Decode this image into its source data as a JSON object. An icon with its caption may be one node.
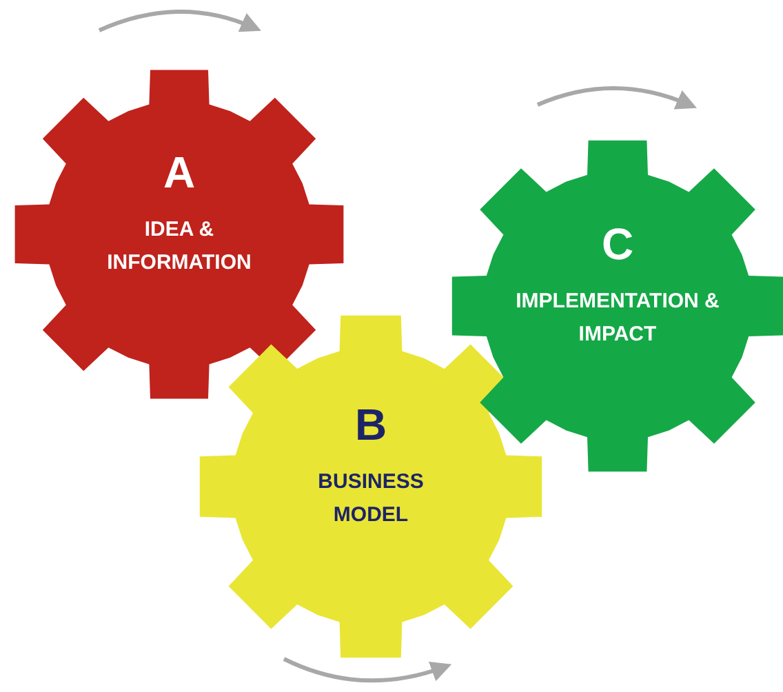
{
  "diagram": {
    "nodes": [
      {
        "text": [
          "A",
          "IDEA & INFORMATION"
        ]
      },
      {
        "text": [
          "B",
          "BUSINESS MODEL"
        ]
      },
      {
        "text": [
          "C",
          "IMPLEMENTATION & IMPACT"
        ]
      }
    ]
  }
}
